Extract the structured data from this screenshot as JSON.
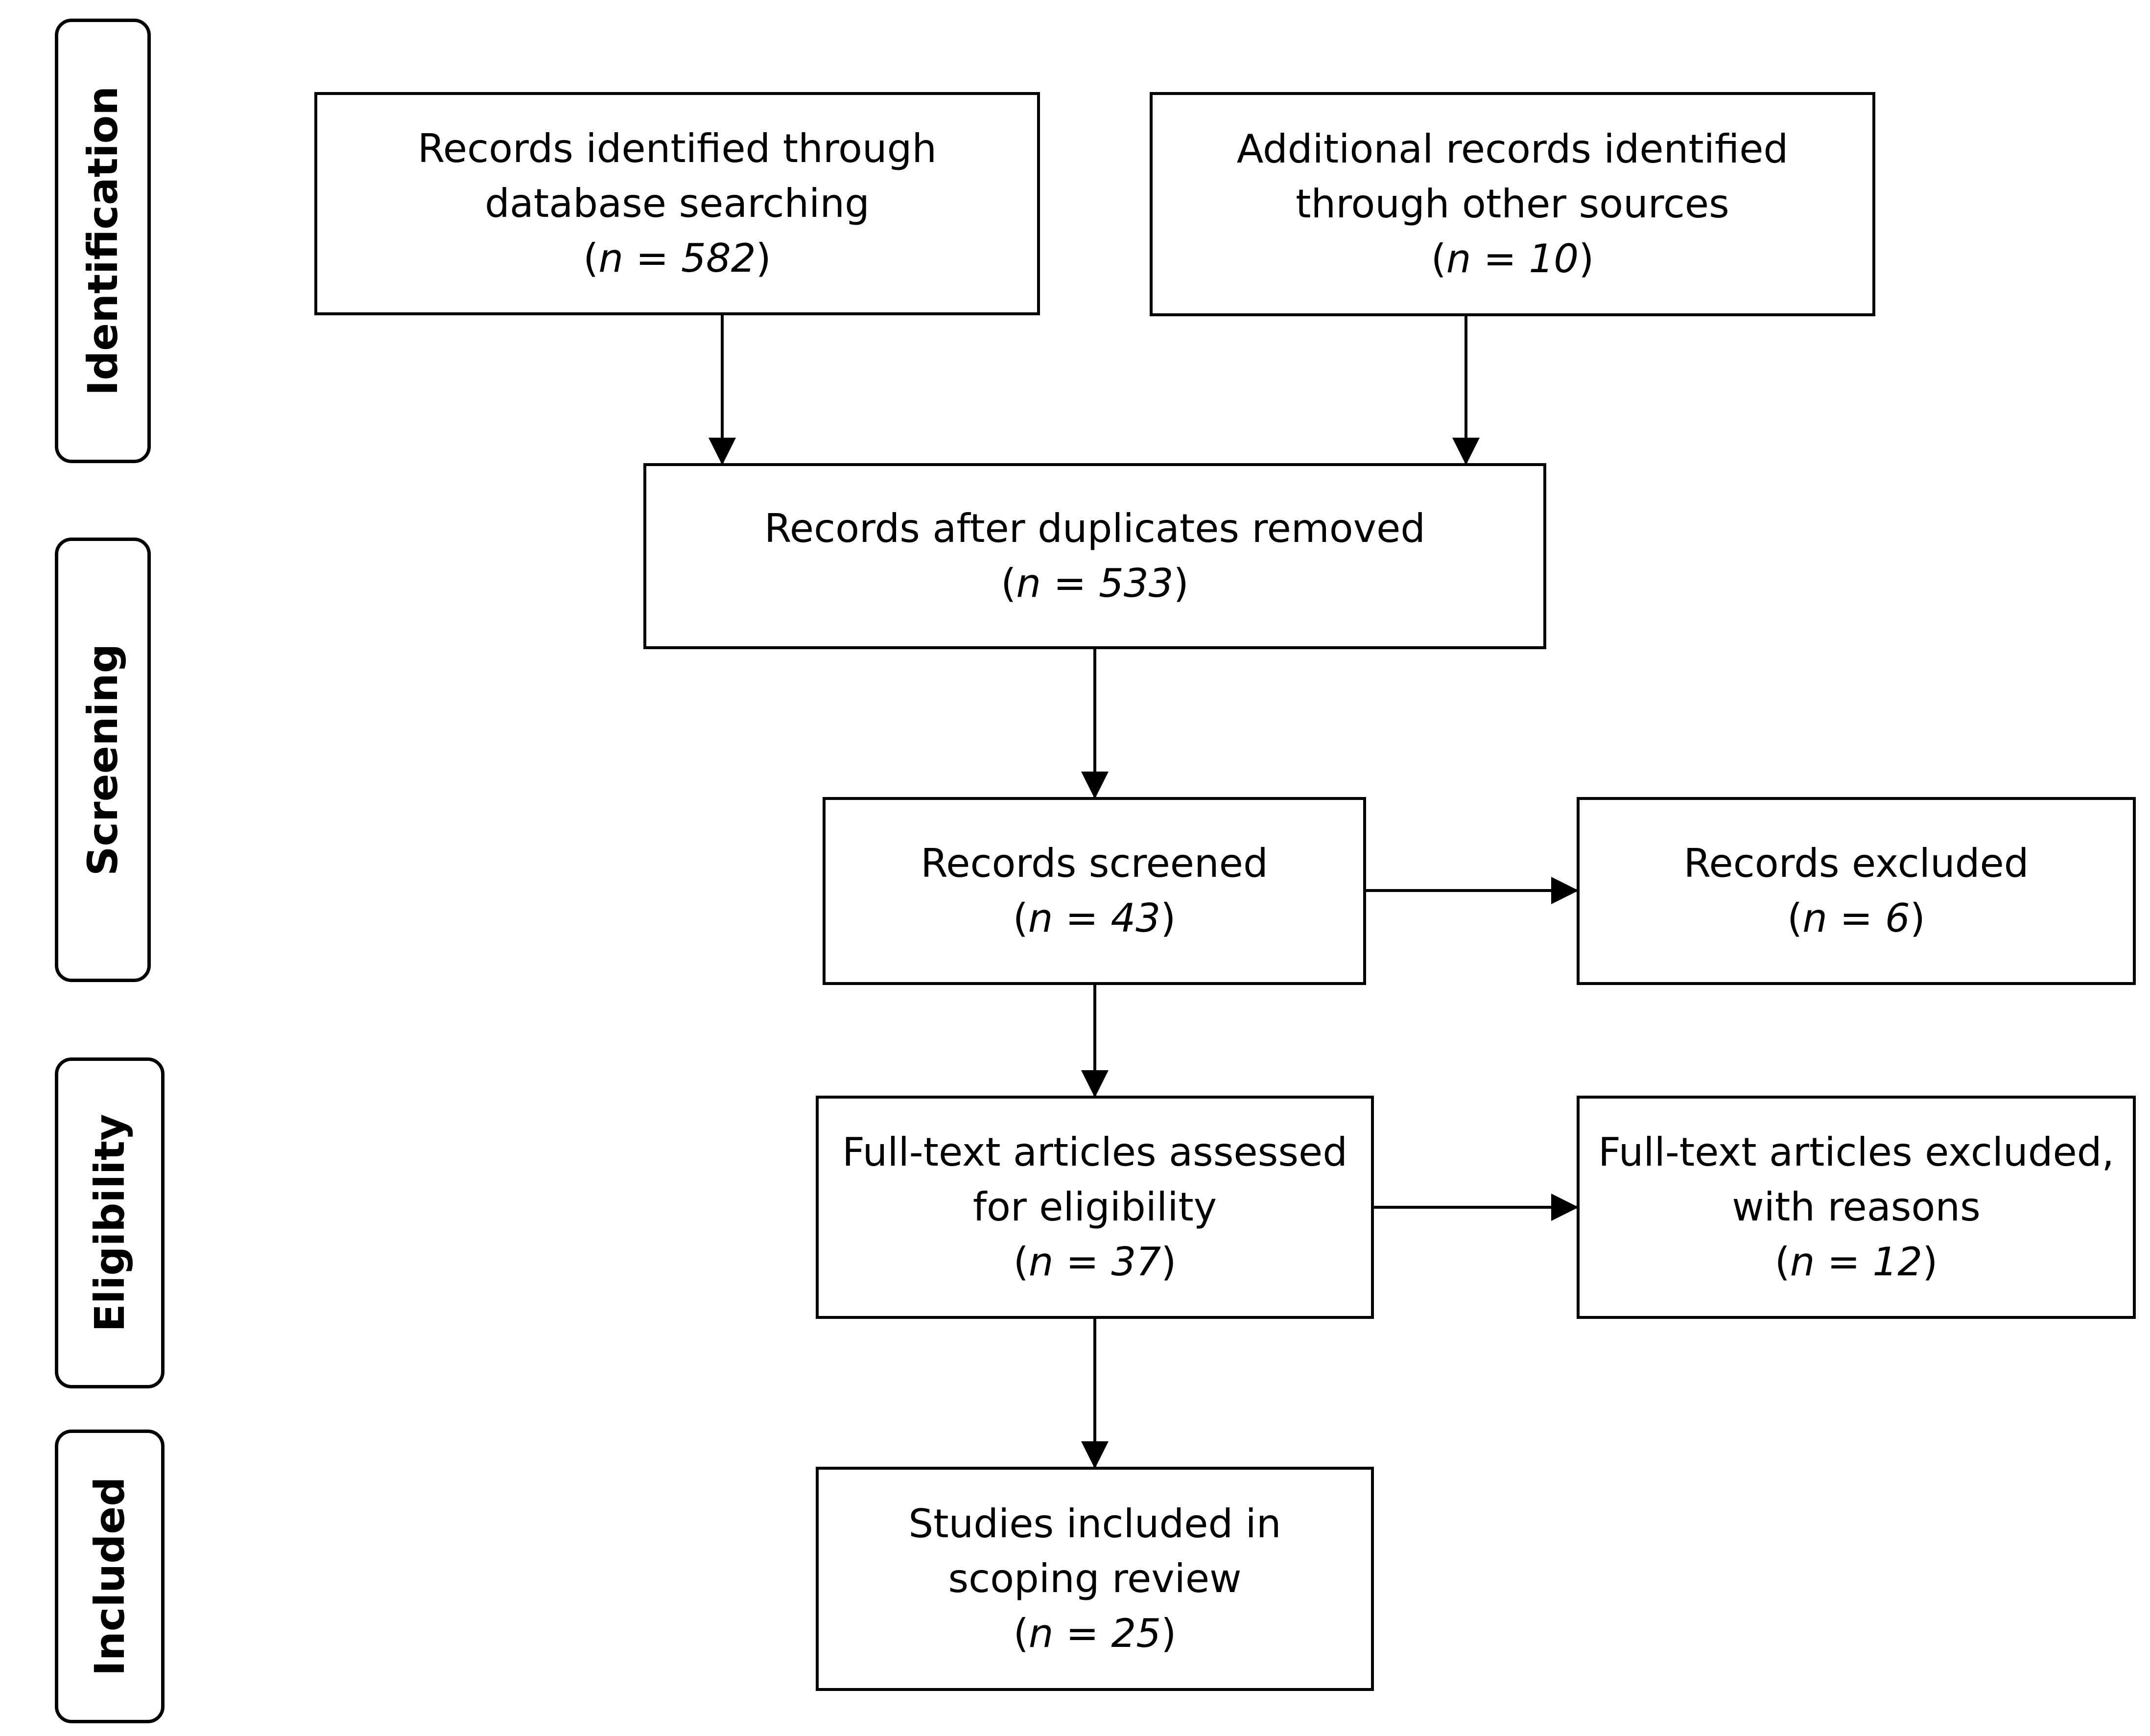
{
  "phases": {
    "identification": "Identification",
    "screening": "Screening",
    "eligibility": "Eligibility",
    "included": "Included"
  },
  "boxes": {
    "database": {
      "line1": "Records identified through",
      "line2": "database searching",
      "n_prefix": "(",
      "n_label": "n",
      "n_value": " = 582",
      "n_suffix": ")"
    },
    "other": {
      "line1": "Additional records identified",
      "line2": "through other sources",
      "n_prefix": "(",
      "n_label": "n",
      "n_value": " = 10",
      "n_suffix": ")"
    },
    "deduplicated": {
      "line1": "Records after duplicates removed",
      "n_prefix": "(",
      "n_label": "n",
      "n_value": " =  533",
      "n_suffix": ")"
    },
    "screened": {
      "line1": "Records screened",
      "n_prefix": "(",
      "n_label": "n",
      "n_value": " = 43",
      "n_suffix": ")"
    },
    "excluded": {
      "line1": "Records excluded",
      "n_prefix": "(",
      "n_label": "n",
      "n_value": " = 6",
      "n_suffix": ")"
    },
    "fulltext": {
      "line1": "Full-text articles assessed",
      "line2": "for eligibility",
      "n_prefix": "(",
      "n_label": "n",
      "n_value": " =  37",
      "n_suffix": ")"
    },
    "fulltext_excluded": {
      "line1": "Full-text articles excluded,",
      "line2": "with reasons",
      "n_prefix": "(",
      "n_label": "n",
      "n_value": " = 12",
      "n_suffix": ")"
    },
    "included": {
      "line1": "Studies included in",
      "line2": "scoping review",
      "n_prefix": "(",
      "n_label": "n",
      "n_value": " =  25",
      "n_suffix": ")"
    }
  },
  "colors": {
    "stroke": "#000000",
    "background": "#ffffff"
  }
}
